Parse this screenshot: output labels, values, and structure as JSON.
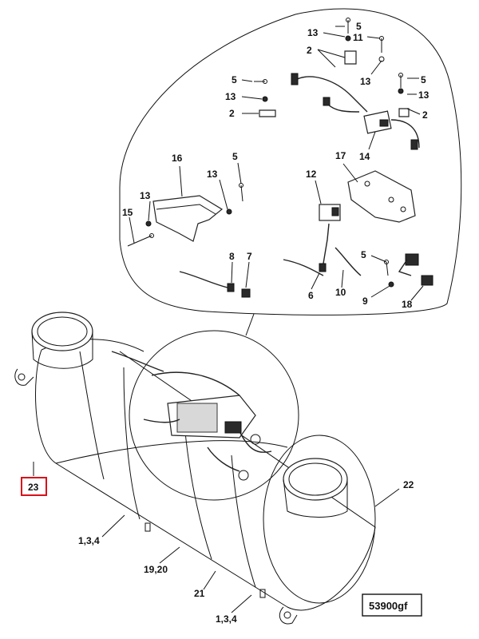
{
  "reference_code": "53900gf",
  "highlighted_callout": "23",
  "callouts": [
    {
      "id": "c5a",
      "text": "5"
    },
    {
      "id": "c13a",
      "text": "13"
    },
    {
      "id": "c11",
      "text": "11"
    },
    {
      "id": "c2a",
      "text": "2"
    },
    {
      "id": "c5b",
      "text": "5"
    },
    {
      "id": "c13b",
      "text": "13"
    },
    {
      "id": "c2b",
      "text": "2"
    },
    {
      "id": "c13c",
      "text": "13"
    },
    {
      "id": "c5c",
      "text": "5"
    },
    {
      "id": "c13d",
      "text": "13"
    },
    {
      "id": "c2c",
      "text": "2"
    },
    {
      "id": "c14",
      "text": "14"
    },
    {
      "id": "c16",
      "text": "16"
    },
    {
      "id": "c5d",
      "text": "5"
    },
    {
      "id": "c13e",
      "text": "13"
    },
    {
      "id": "c13f",
      "text": "13"
    },
    {
      "id": "c17",
      "text": "17"
    },
    {
      "id": "c12",
      "text": "12"
    },
    {
      "id": "c15",
      "text": "15"
    },
    {
      "id": "c8",
      "text": "8"
    },
    {
      "id": "c7",
      "text": "7"
    },
    {
      "id": "c5e",
      "text": "5"
    },
    {
      "id": "c6",
      "text": "6"
    },
    {
      "id": "c10",
      "text": "10"
    },
    {
      "id": "c9",
      "text": "9"
    },
    {
      "id": "c18",
      "text": "18"
    },
    {
      "id": "c22",
      "text": "22"
    },
    {
      "id": "c134a",
      "text": "1,3,4"
    },
    {
      "id": "c1920",
      "text": "19,20"
    },
    {
      "id": "c21",
      "text": "21"
    },
    {
      "id": "c134b",
      "text": "1,3,4"
    }
  ]
}
